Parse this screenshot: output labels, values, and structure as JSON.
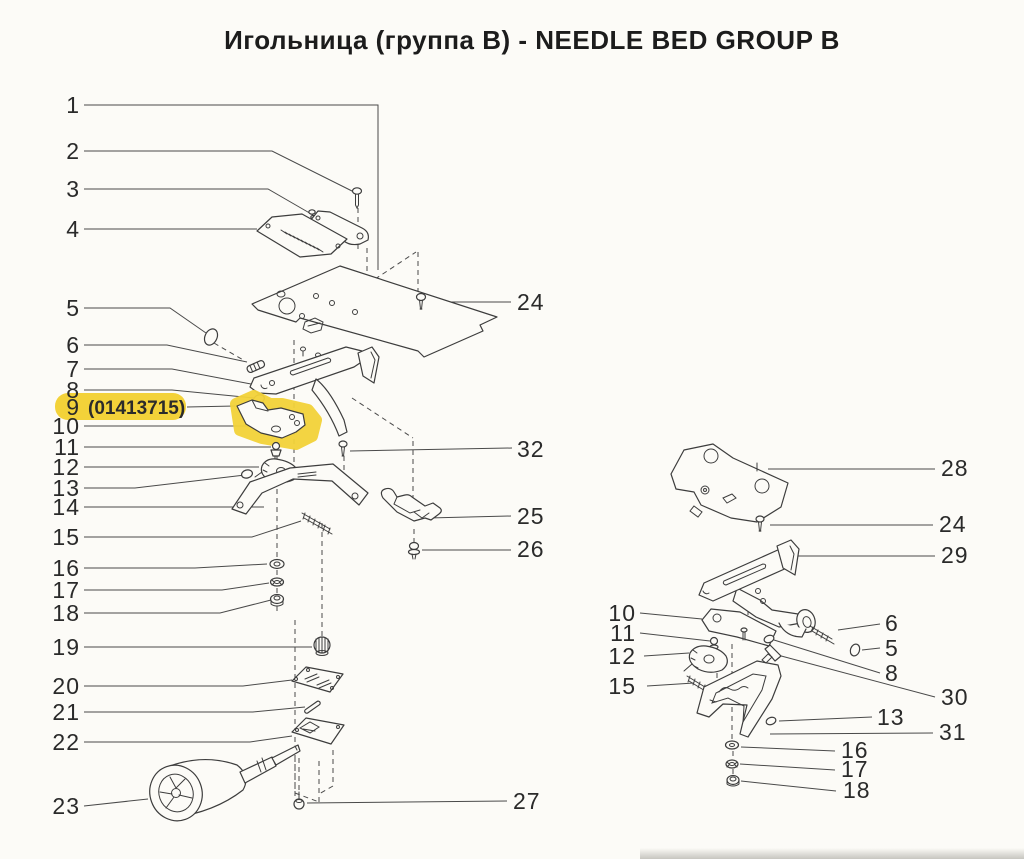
{
  "title": "Игольница (группа B) - NEEDLE BED GROUP B",
  "highlight": {
    "code": "(01413715)",
    "color": "#f3d239"
  },
  "main": {
    "left": [
      "1",
      "2",
      "3",
      "4",
      "5",
      "6",
      "7",
      "8",
      "9",
      "10",
      "11",
      "12",
      "13",
      "14",
      "15",
      "16",
      "17",
      "18",
      "19",
      "20",
      "21",
      "22",
      "23"
    ],
    "right": [
      "24",
      "32",
      "25",
      "26",
      "27"
    ]
  },
  "sub": {
    "left": [
      "10",
      "11",
      "12",
      "15"
    ],
    "right": [
      "28",
      "24",
      "29",
      "6",
      "5",
      "8",
      "30",
      "13",
      "31",
      "16",
      "17",
      "18"
    ]
  }
}
